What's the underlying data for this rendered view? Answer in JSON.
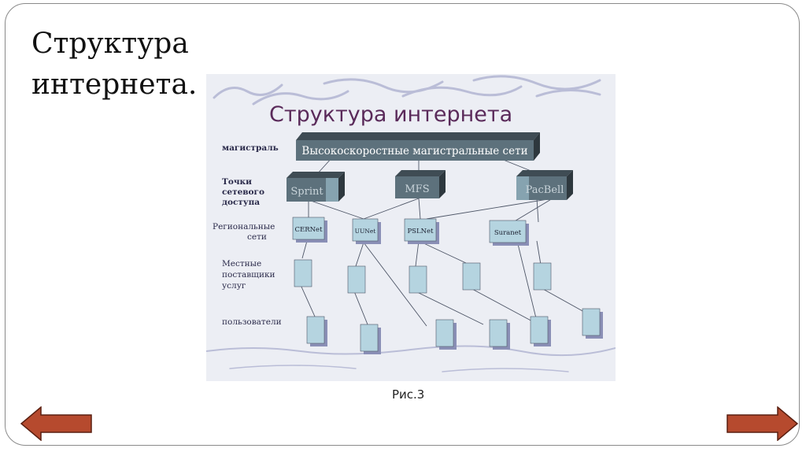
{
  "slide": {
    "title": "Структура\nинтернета.",
    "caption": "Рис.3"
  },
  "diagram": {
    "heading": "Структура интернета",
    "levels": {
      "backbone": "магистраль",
      "access_points": [
        "Точки",
        "сетевого",
        "доступа"
      ],
      "regional": [
        "Региональные",
        "сети"
      ],
      "providers": [
        "Местные",
        "поставщики",
        "услуг"
      ],
      "users": "пользователи"
    },
    "backbone_label": "Высокоскоростные магистральные сети",
    "access_nodes": [
      "Sprint",
      "MFS",
      "PacBell"
    ],
    "regional_nodes": [
      "CERNet",
      "UUNet",
      "PSLNet",
      "Suranet"
    ],
    "colors": {
      "box_dark": "#5d717c",
      "box_top": "#3f4c54",
      "box_side": "#2e383e",
      "box_light": "#a8ccda",
      "box_shadow": "#8a8fb6",
      "heading": "#5a2a5a",
      "label": "#2a2a4a",
      "arrow": "#b64a2e"
    }
  },
  "navigation": {
    "prev_icon": "left-arrow-icon",
    "next_icon": "right-arrow-icon"
  }
}
